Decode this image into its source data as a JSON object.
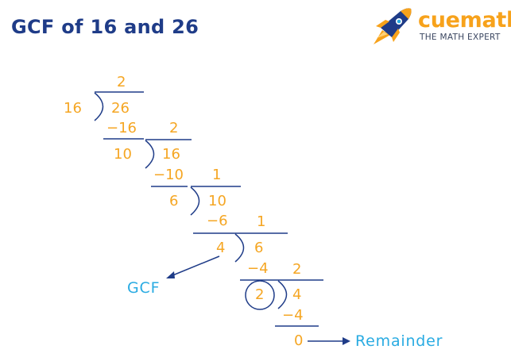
{
  "title": "GCF of 16 and 26",
  "brand": {
    "name": "cuemath",
    "tagline": "THE MATH EXPERT",
    "colors": {
      "orange": "#f7a21b",
      "blue": "#1f3c88",
      "light_blue": "#29abe2"
    }
  },
  "steps": [
    {
      "divisor": "16",
      "dividend": "26",
      "quotient": "2",
      "subtract": "−16",
      "remainder": "10"
    },
    {
      "divisor": "10",
      "dividend": "16",
      "quotient": "2",
      "subtract": "−10",
      "remainder": "6"
    },
    {
      "divisor": "6",
      "dividend": "10",
      "quotient": "1",
      "subtract": "−6",
      "remainder": "4"
    },
    {
      "divisor": "4",
      "dividend": "6",
      "quotient": "1",
      "subtract": "−4",
      "remainder": "2"
    },
    {
      "divisor": "2",
      "dividend": "4",
      "quotient": "2",
      "subtract": "−4",
      "remainder": "0"
    }
  ],
  "labels": {
    "gcf": "GCF",
    "remainder": "Remainder"
  },
  "icons": {
    "logo": "rocket-icon",
    "gcf_pointer": "arrow-icon",
    "remainder_pointer": "arrow-icon",
    "gcf_marker": "circle-icon"
  }
}
